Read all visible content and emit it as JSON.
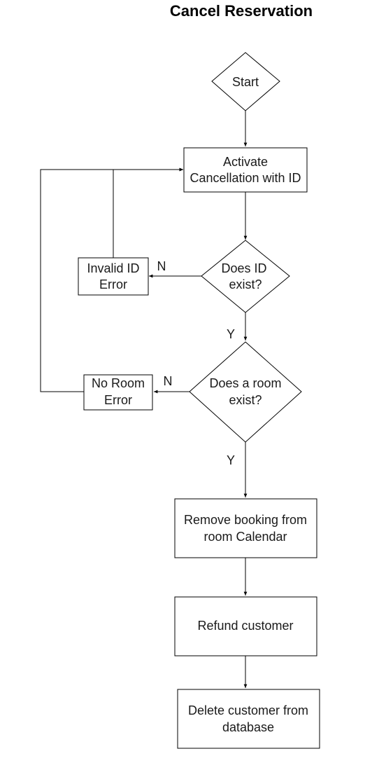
{
  "title": "Cancel Reservation",
  "nodes": {
    "start": {
      "lines": [
        "Start"
      ]
    },
    "activate": {
      "lines": [
        "Activate",
        "Cancellation with ID"
      ]
    },
    "id_exists": {
      "lines": [
        "Does ID",
        "exist?"
      ]
    },
    "invalid_id": {
      "lines": [
        "Invalid ID",
        "Error"
      ]
    },
    "room_exists": {
      "lines": [
        "Does a room",
        "exist?"
      ]
    },
    "no_room": {
      "lines": [
        "No Room",
        "Error"
      ]
    },
    "remove_booking": {
      "lines": [
        "Remove booking from",
        "room Calendar"
      ]
    },
    "refund": {
      "lines": [
        "Refund customer"
      ]
    },
    "delete_customer": {
      "lines": [
        "Delete customer from",
        "database"
      ]
    }
  },
  "edge_labels": {
    "id_no": "N",
    "id_yes": "Y",
    "room_no": "N",
    "room_yes": "Y"
  }
}
